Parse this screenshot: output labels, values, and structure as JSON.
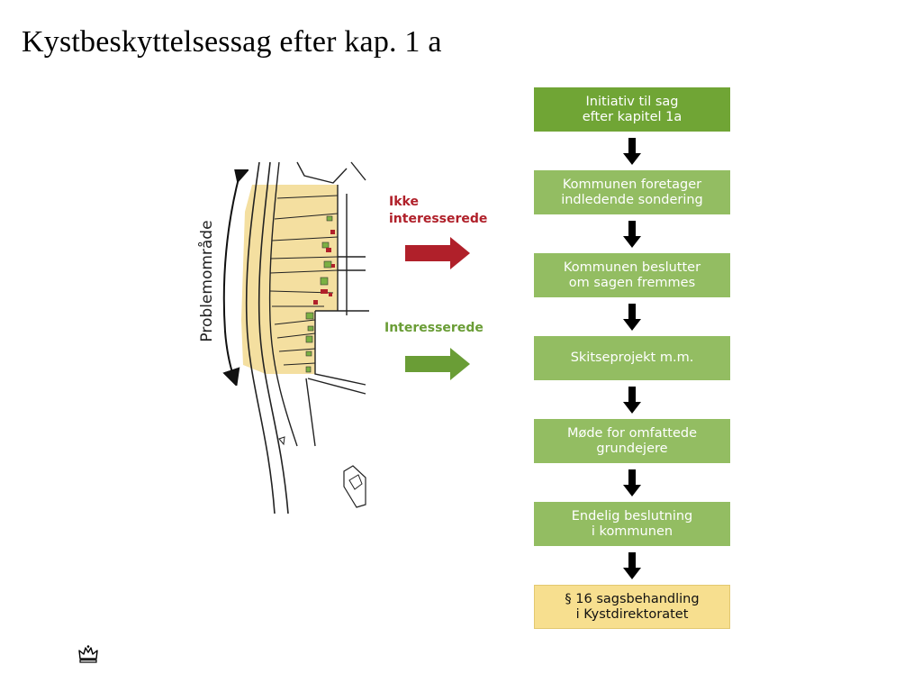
{
  "slide": {
    "title": "Kystbeskyttelsessag efter kap. 1 a"
  },
  "map": {
    "problem_area_label": "Problemområde"
  },
  "outcomes": {
    "not_interested": "Ikke\ninteresserede",
    "interested": "Interesserede"
  },
  "colors": {
    "start_step": "#70a535",
    "step": "#93bd62",
    "final_step": "#f7df8f",
    "not_interested": "#b0202a",
    "interested": "#6a9d36",
    "problem_area": "#f4dfa0"
  },
  "flow": {
    "steps": [
      "Initiativ til sag\nefter kapitel 1a",
      "Kommunen foretager\nindledende sondering",
      "Kommunen beslutter\nom sagen fremmes",
      "Skitseprojekt m.m.",
      "Møde for omfattede\ngrundejere",
      "Endelig beslutning\ni kommunen",
      "§ 16 sagsbehandling\ni Kystdirektoratet"
    ]
  },
  "footer": {
    "logo_icon": "crown-icon"
  }
}
